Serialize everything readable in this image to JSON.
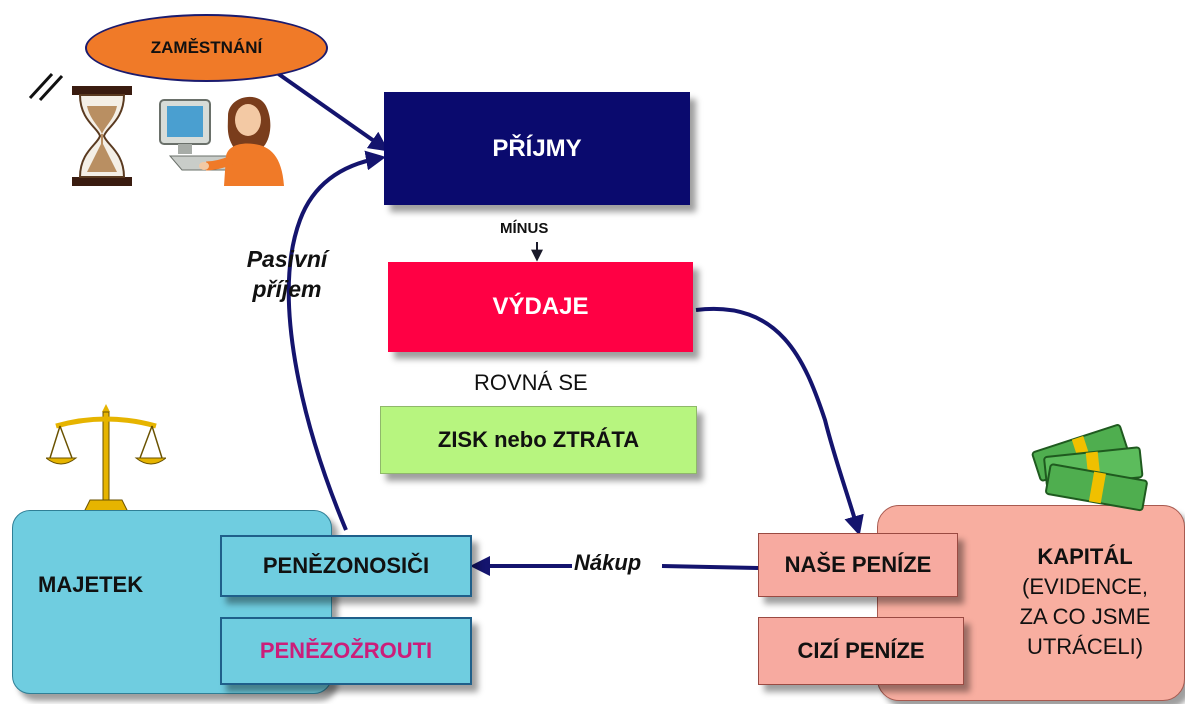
{
  "colors": {
    "arrow": "#14146e",
    "ellipse": "#f07a28",
    "prijmy": "#0a0a6e",
    "vydaje": "#ff0044",
    "zisk": "#b7f57f",
    "panel_left": "#6fcde0",
    "inner_left": "#6fcde0",
    "panel_right": "#f8aea0",
    "inner_right": "#f7aaa0",
    "penezozrouti_text": "#cc1d7a"
  },
  "employment": {
    "label": "ZAMĚSTNÁNÍ",
    "sign_glyph": "//"
  },
  "icons": [
    "hourglass-icon",
    "office-worker-icon",
    "scales-icon",
    "money-stack-icon"
  ],
  "flow": {
    "income": "PŘÍJMY",
    "minus": "MÍNUS",
    "expenses": "VÝDAJE",
    "equals": "ROVNÁ SE",
    "result": "ZISK nebo ZTRÁTA"
  },
  "passive_income": {
    "line1": "Pasivní",
    "line2": "příjem"
  },
  "purchase": "Nákup",
  "assets": {
    "title": "MAJETEK",
    "money_carriers": "PENĚZONOSIČI",
    "money_eaters": "PENĚZOŽROUTI"
  },
  "capital": {
    "title": "KAPITÁL",
    "description_lines": [
      "(EVIDENCE,",
      "ZA CO JSME",
      "UTRÁCELI)"
    ],
    "our_money": "NAŠE PENÍZE",
    "others_money": "CIZÍ PENÍZE"
  }
}
